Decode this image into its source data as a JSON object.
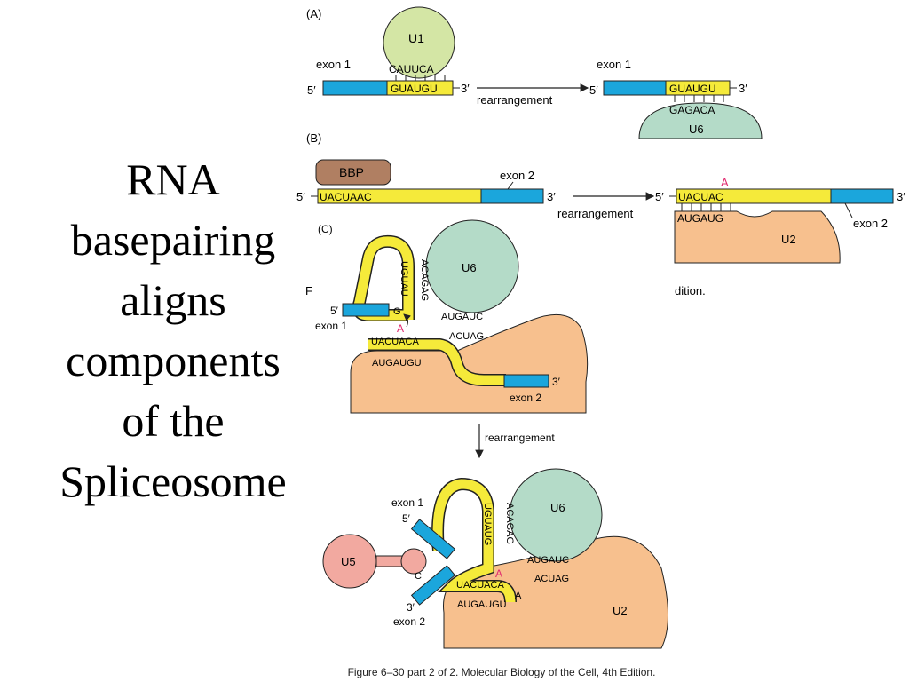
{
  "slide": {
    "title_lines": [
      "RNA",
      "basepairing",
      "aligns",
      "components",
      "of the",
      "Spliceosome"
    ]
  },
  "panels": {
    "a": {
      "label": "(A)",
      "u1": "U1",
      "u6": "U6",
      "exon1_left": "exon 1",
      "exon1_right": "exon 1",
      "five_prime": "5′",
      "three_prime": "3′",
      "u1_seq": "CAUUCA",
      "intron_seq": "GUAUGU",
      "u6_seq": "GAGACA",
      "arrow_label": "rearrangement"
    },
    "b": {
      "label": "(B)",
      "bbp": "BBP",
      "exon2": "exon 2",
      "exon2_right": "exon 2",
      "branch_seq_left": "UACUAAC",
      "branch_seq_right": "UACUAC",
      "bulged_a": "A",
      "u2_seq": "AUGAUG",
      "u2": "U2",
      "five_prime": "5′",
      "three_prime": "3′",
      "arrow_label": "rearrangement",
      "truncated_f": "F",
      "truncated_edition": "dition."
    },
    "c": {
      "label": "(C)",
      "u6": "U6",
      "u2": "U2",
      "u5": "U5",
      "exon1": "exon 1",
      "exon2": "exon 2",
      "five_prime": "5′",
      "three_prime": "3′",
      "branch_a": "A",
      "arrow_label": "rearrangement",
      "vertical_seq": "UGUAU",
      "vertical_seq_bottom": "UGUAUG",
      "u6_vertical": "ACAGAG",
      "u6_loop": "AUGAUC",
      "u2_loop": "ACUAG",
      "branch_seq": "UACUACA",
      "u2_seq": "AUGAUGU",
      "loop_g": "G",
      "loop_a": "A",
      "loop_c": "C"
    }
  },
  "caption": "Figure 6–30 part 2 of 2. Molecular Biology of the Cell, 4th Edition."
}
